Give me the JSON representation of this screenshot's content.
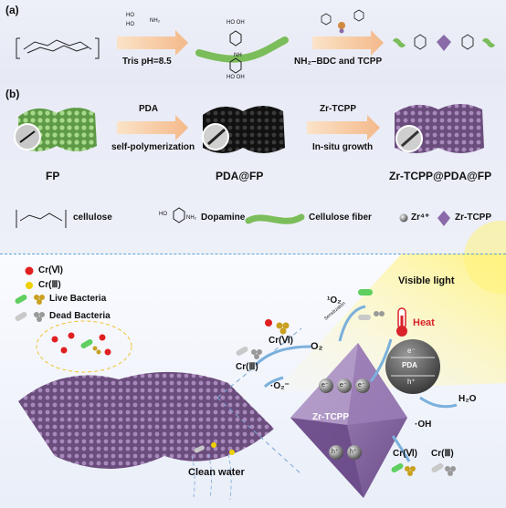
{
  "panel_a": {
    "label": "(a)",
    "arrow1_text": "Tris pH=8.5",
    "arrow2_text": "NH₂–BDC and TCPP",
    "dopamine_ho1": "HO",
    "dopamine_ho2": "HO",
    "dopamine_nh2": "NH₂",
    "fiber_oh1": "HO OH",
    "fiber_nh": "NH",
    "fiber_oh2": "HO  OH"
  },
  "panel_b": {
    "label": "(b)",
    "step1_top": "PDA",
    "step1_bottom": "self-polymerization",
    "step2_top": "Zr-TCPP",
    "step2_bottom": "In-situ growth",
    "fp": "FP",
    "pda_fp": "PDA@FP",
    "zr_fp": "Zr-TCPP@PDA@FP"
  },
  "legend_row": {
    "cellulose": "cellulose",
    "dopamine": "Dopamine",
    "dopamine_ho": "HO",
    "dopamine_nh2": "NH₂",
    "cellulose_fiber": "Cellulose fiber",
    "zr4": "Zr⁴⁺",
    "zr_tcpp": "Zr-TCPP"
  },
  "panel_c": {
    "legend_cr6": "Cr(Ⅵ)",
    "legend_cr3": "Cr(Ⅲ)",
    "legend_live": "Live Bacteria",
    "legend_dead": "Dead Bacteria",
    "visible_light": "Visible light",
    "heat": "Heat",
    "singlet_o2": "¹O₂",
    "sensitization": "Sensitization",
    "o2": "O₂",
    "superoxide": "·O₂⁻",
    "cr6_top": "Cr(Ⅵ)",
    "cr3_left": "Cr(Ⅲ)",
    "zr_tcpp": "Zr-TCPP",
    "electron": "e⁻",
    "pda": "PDA",
    "hole": "h⁺",
    "h2o": "H₂O",
    "oh_radical": "·OH",
    "cr6_bottom": "Cr(Ⅵ)",
    "cr3_bottom": "Cr(Ⅲ)",
    "clean_water": "Clean water"
  },
  "colors": {
    "heat_red": "#d8232a",
    "cr6": "#e02020",
    "cr3": "#f0d000",
    "octahedron": "#8a6aa8",
    "fiber_green": "#7bbd5a",
    "mesh_purple": "#7a5a8a",
    "light_beam": "#fff59a"
  }
}
